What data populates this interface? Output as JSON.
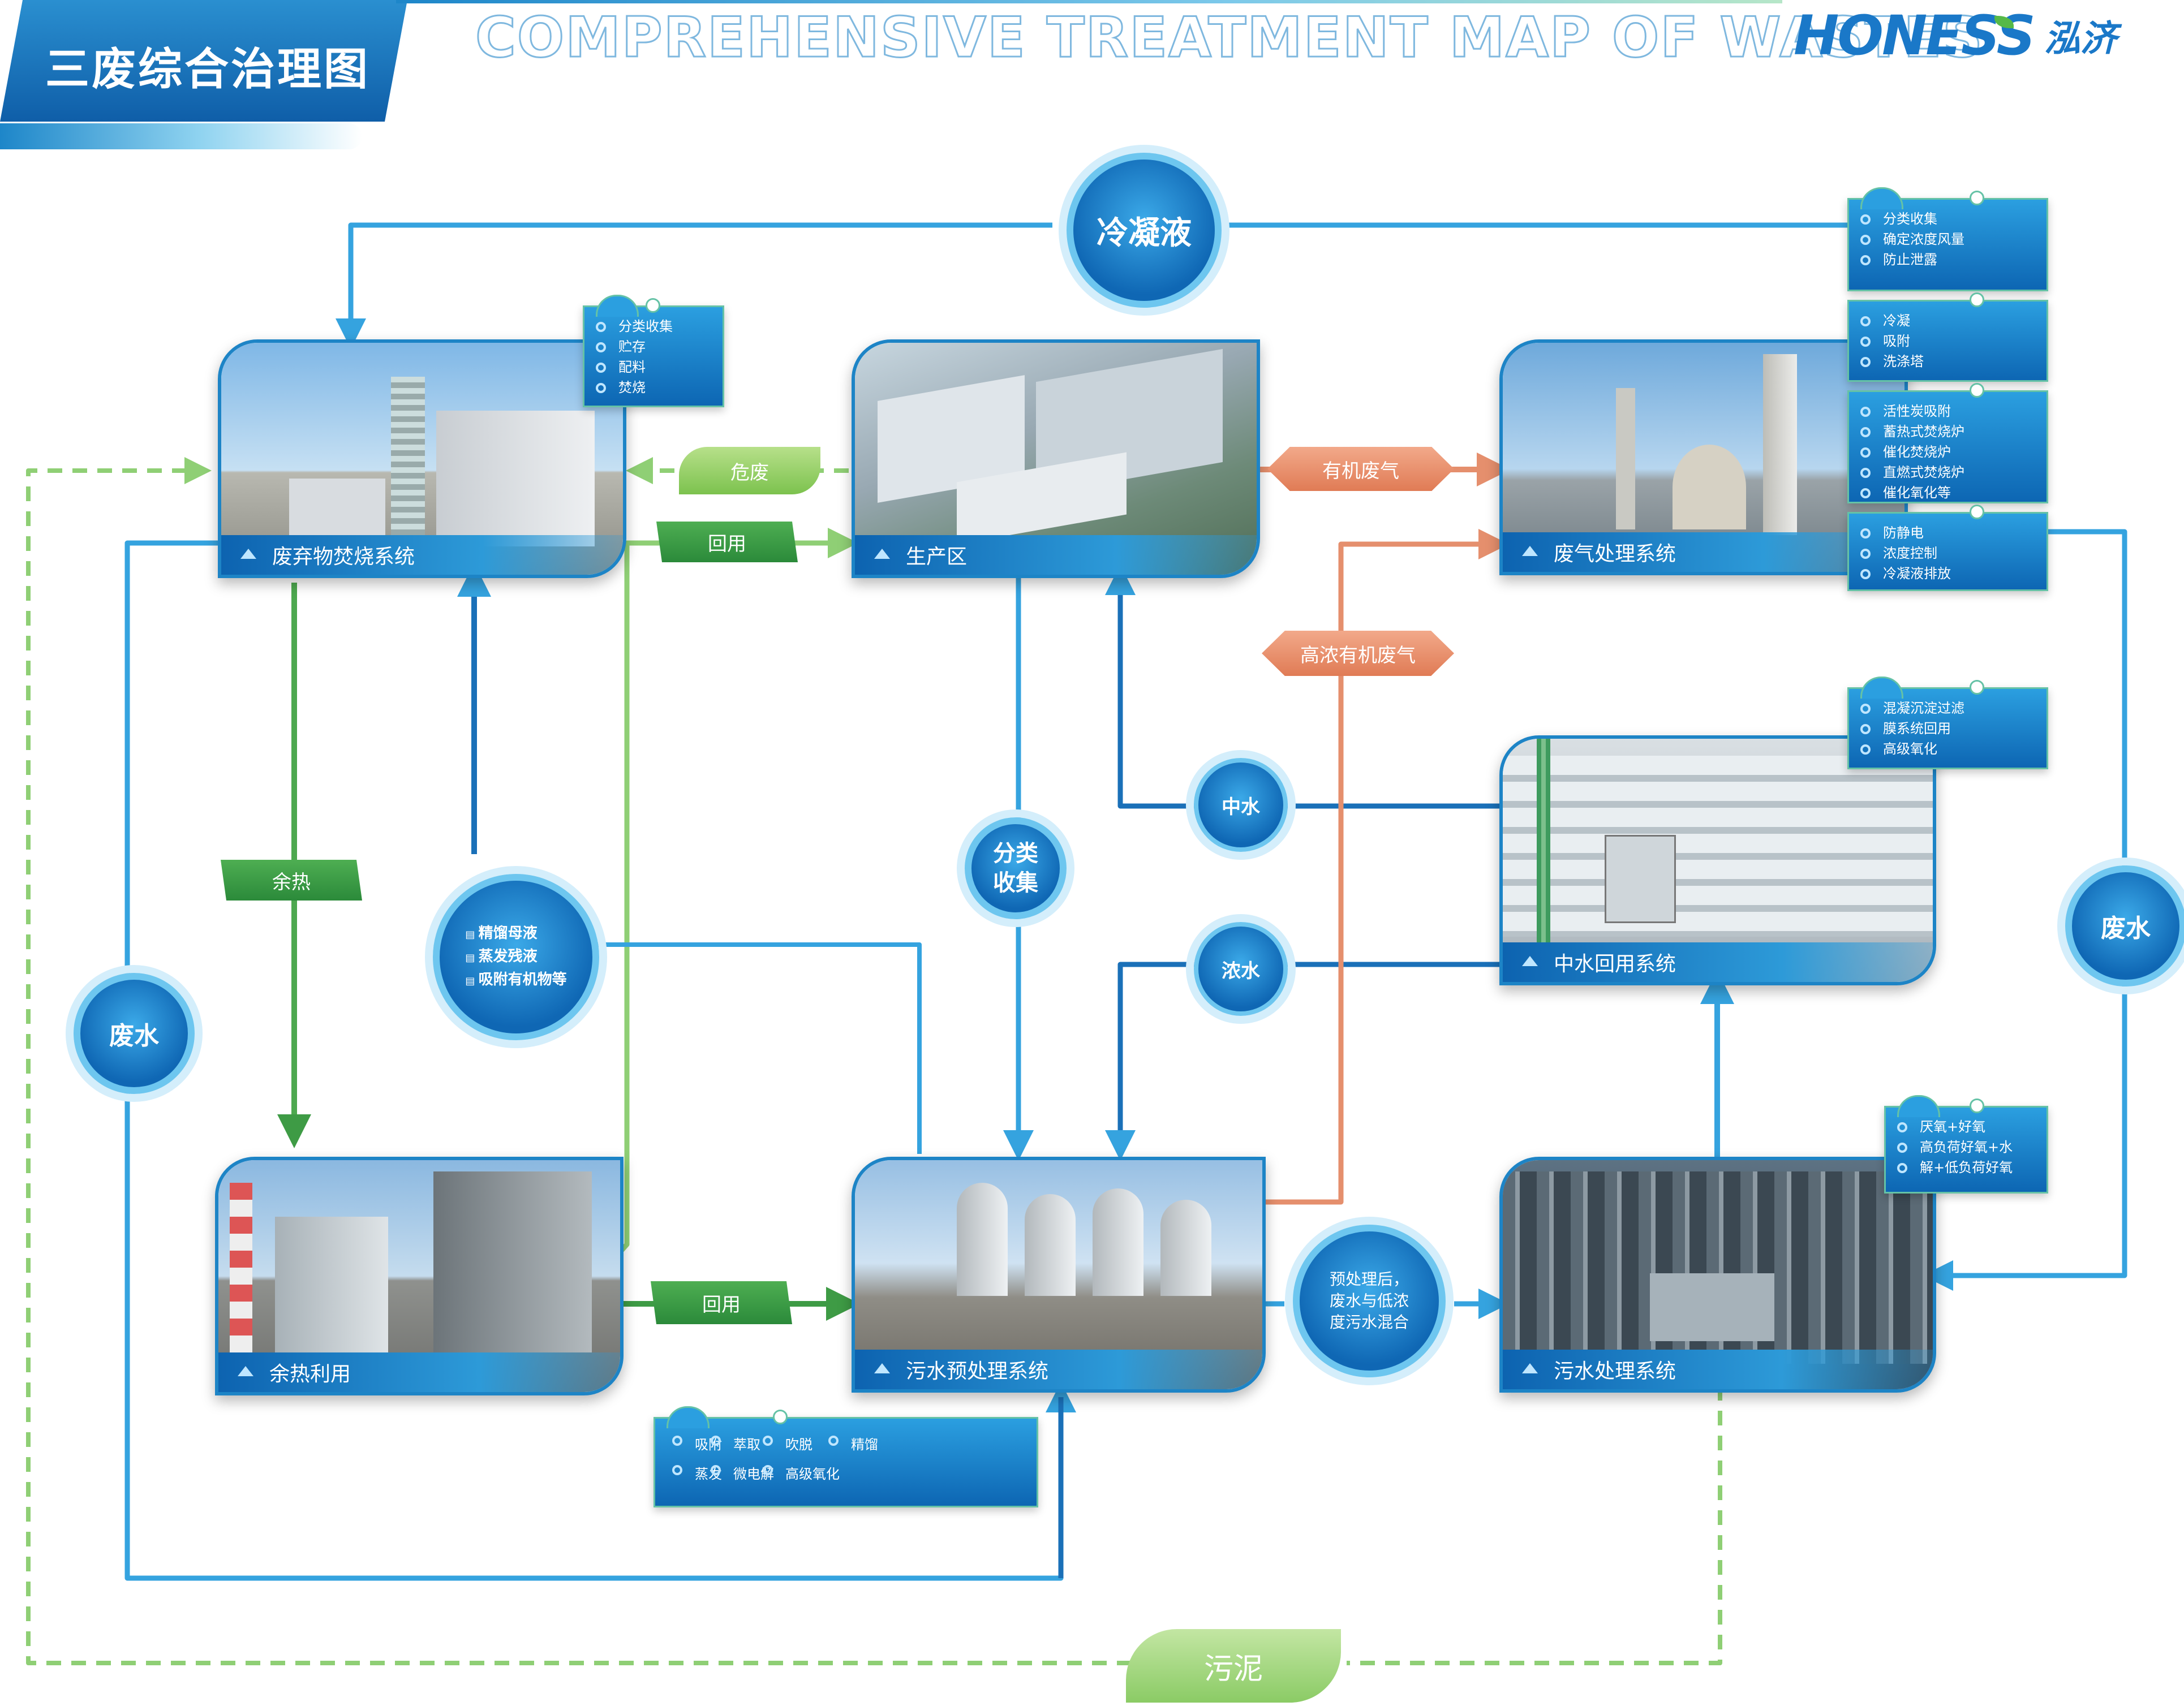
{
  "header": {
    "cn_title": "三废综合治理图",
    "en_title": "COMPREHENSIVE TREATMENT MAP OF  WASTES",
    "logo_en": "HONESS",
    "logo_cn": "泓济"
  },
  "cards": {
    "incineration": "废弃物焚烧系统",
    "production": "生产区",
    "waste_gas": "废气处理系统",
    "reclaimed": "中水回用系统",
    "heat_reuse": "余热利用",
    "pretreat": "污水预处理系统",
    "sewage": "污水处理系统"
  },
  "info_boxes": {
    "incineration": [
      "分类收集",
      "贮存",
      "配料",
      "焚烧"
    ],
    "gas_1": [
      "分类收集",
      "确定浓度风量",
      "防止泄露"
    ],
    "gas_2": [
      "冷凝",
      "吸附",
      "洗涤塔"
    ],
    "gas_3": [
      "活性炭吸附",
      "蓄热式焚烧炉",
      "催化焚烧炉",
      "直燃式焚烧炉",
      "催化氧化等"
    ],
    "gas_4": [
      "防静电",
      "浓度控制",
      "冷凝液排放"
    ],
    "reclaimed": [
      "混凝沉淀过滤",
      "膜系统回用",
      "高级氧化"
    ],
    "sewage": [
      "厌氧+好氧",
      "高负荷好氧+水",
      "解+低负荷好氧"
    ],
    "pretreat": [
      "吸附",
      "萃取",
      "吹脱",
      "精馏",
      "蒸发",
      "微电解",
      "高级氧化"
    ]
  },
  "circles": {
    "condensate": "冷凝液",
    "classify": "分类收集",
    "middle_water": "中水",
    "concentrate": "浓水",
    "wastewater_left": "废水",
    "wastewater_right": "废水",
    "mother_liquor": [
      "精馏母液",
      "蒸发残液",
      "吸附有机物等"
    ],
    "mixing": "预处理后，废水与低浓度污水混合"
  },
  "tags": {
    "hazard": "危废",
    "reuse_top": "回用",
    "reuse_bottom": "回用",
    "waste_heat": "余热",
    "organic_gas": "有机废气",
    "high_organic_gas": "高浓有机废气",
    "sludge": "污泥"
  },
  "colors": {
    "blue_dark": "#1a70b8",
    "blue_light": "#35b4e4",
    "green": "#3e9b45",
    "light_green": "#9ccd75",
    "orange": "#e58f6d"
  }
}
